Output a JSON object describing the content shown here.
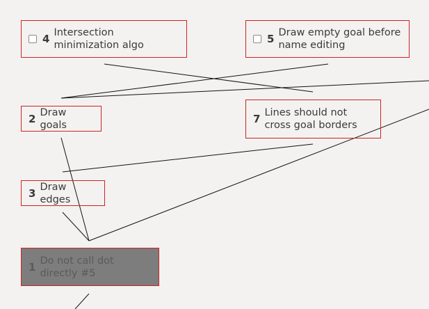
{
  "goals": [
    {
      "id": "4",
      "title": "Intersection minimization algo",
      "done": false,
      "checkbox": true
    },
    {
      "id": "5",
      "title": "Draw empty goal before name editing",
      "done": false,
      "checkbox": true
    },
    {
      "id": "2",
      "title": "Draw goals",
      "done": false,
      "checkbox": false
    },
    {
      "id": "7",
      "title": "Lines should not cross goal borders",
      "done": false,
      "checkbox": false
    },
    {
      "id": "3",
      "title": "Draw edges",
      "done": false,
      "checkbox": false
    },
    {
      "id": "1",
      "title": "Do not call dot directly #5",
      "done": true,
      "checkbox": false
    }
  ],
  "colors": {
    "background": "#f3f2f1",
    "border": "#cc2222",
    "done_fill": "#7d7d7d",
    "edge": "#111111"
  }
}
